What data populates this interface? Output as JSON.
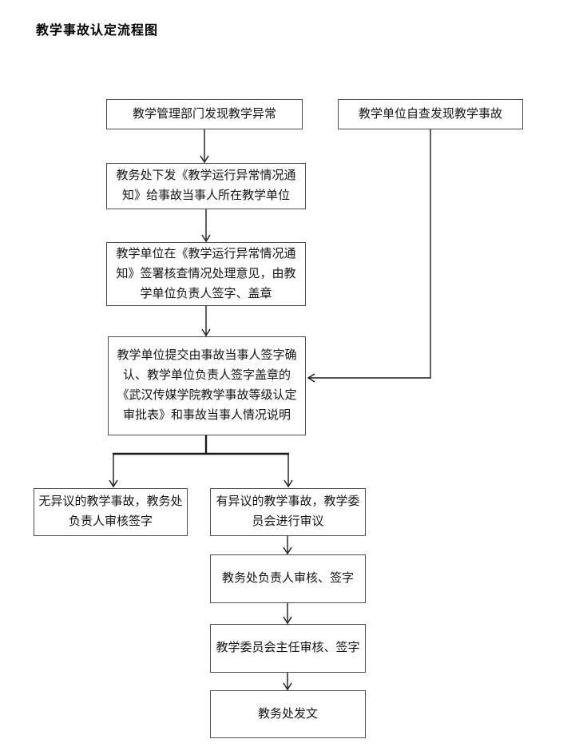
{
  "page": {
    "title": "教学事故认定流程图"
  },
  "flowchart": {
    "nodes": [
      {
        "id": "detect-abnormal",
        "label": "教学管理部门发现教学异常"
      },
      {
        "id": "self-inspection",
        "label": "教学单位自查发现教学事故"
      },
      {
        "id": "issue-notice",
        "label": "教务处下发《教学运行异常情况通知》给事故当事人所在教学单位"
      },
      {
        "id": "sign-notice",
        "label": "教学单位在《教学运行异常情况通知》签署核查情况处理意见，由教学单位负责人签字、盖章"
      },
      {
        "id": "submit-form",
        "label": "教学单位提交由事故当事人签字确认、教学单位负责人签字盖章的《武汉传媒学院教学事故等级认定审批表》和事故当事人情况说明"
      },
      {
        "id": "no-objection",
        "label": "无异议的教学事故，教务处负责人审核签字"
      },
      {
        "id": "objection",
        "label": "有异议的教学事故，教学委员会进行审议"
      },
      {
        "id": "dean-review",
        "label": "教务处负责人审核、签字"
      },
      {
        "id": "committee-review",
        "label": "教学委员会主任审核、签字"
      },
      {
        "id": "issue-document",
        "label": "教务处发文"
      }
    ],
    "line_color": "#1a1a1a",
    "box_border_color": "#4d4d4d",
    "background_color": "#ffffff"
  }
}
